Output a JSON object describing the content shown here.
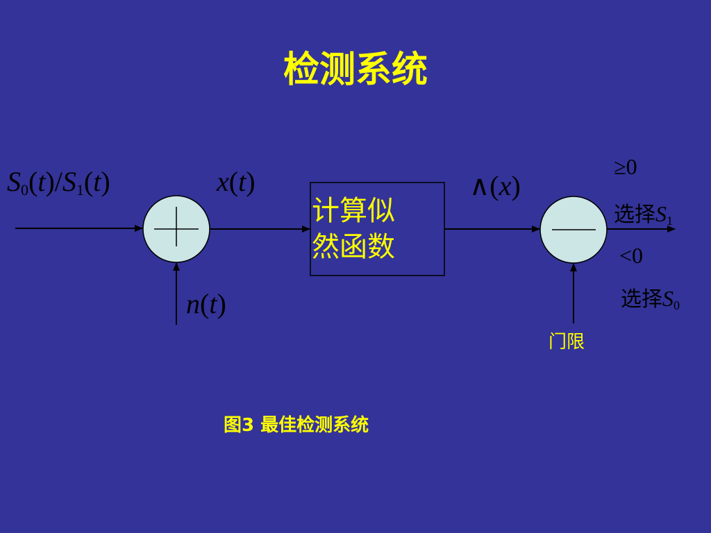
{
  "title": "检测系统",
  "input_signal": {
    "s0": "S",
    "s0_sub": "0",
    "arg_t": "t",
    "slash": "/",
    "s1": "S",
    "s1_sub": "1"
  },
  "summed_signal": {
    "x": "x",
    "t": "t"
  },
  "noise": {
    "n": "n",
    "t": "t"
  },
  "processing_block": {
    "line1": "计算似",
    "line2": "然函数"
  },
  "likelihood_output": {
    "symbol": "∧",
    "x": "x"
  },
  "decision": {
    "ge_label": "≥0",
    "choose_s1_text": "选择",
    "choose_s1_symbol": "S",
    "choose_s1_sub": "1",
    "lt_label": "<0",
    "choose_s0_text": "选择",
    "choose_s0_symbol": "S",
    "choose_s0_sub": "0"
  },
  "threshold_label": "门限",
  "caption": "图3 最佳检测系统",
  "colors": {
    "background": "#333399",
    "title": "#ffff00",
    "circle_fill": "#cce5e5",
    "line": "#000000"
  }
}
